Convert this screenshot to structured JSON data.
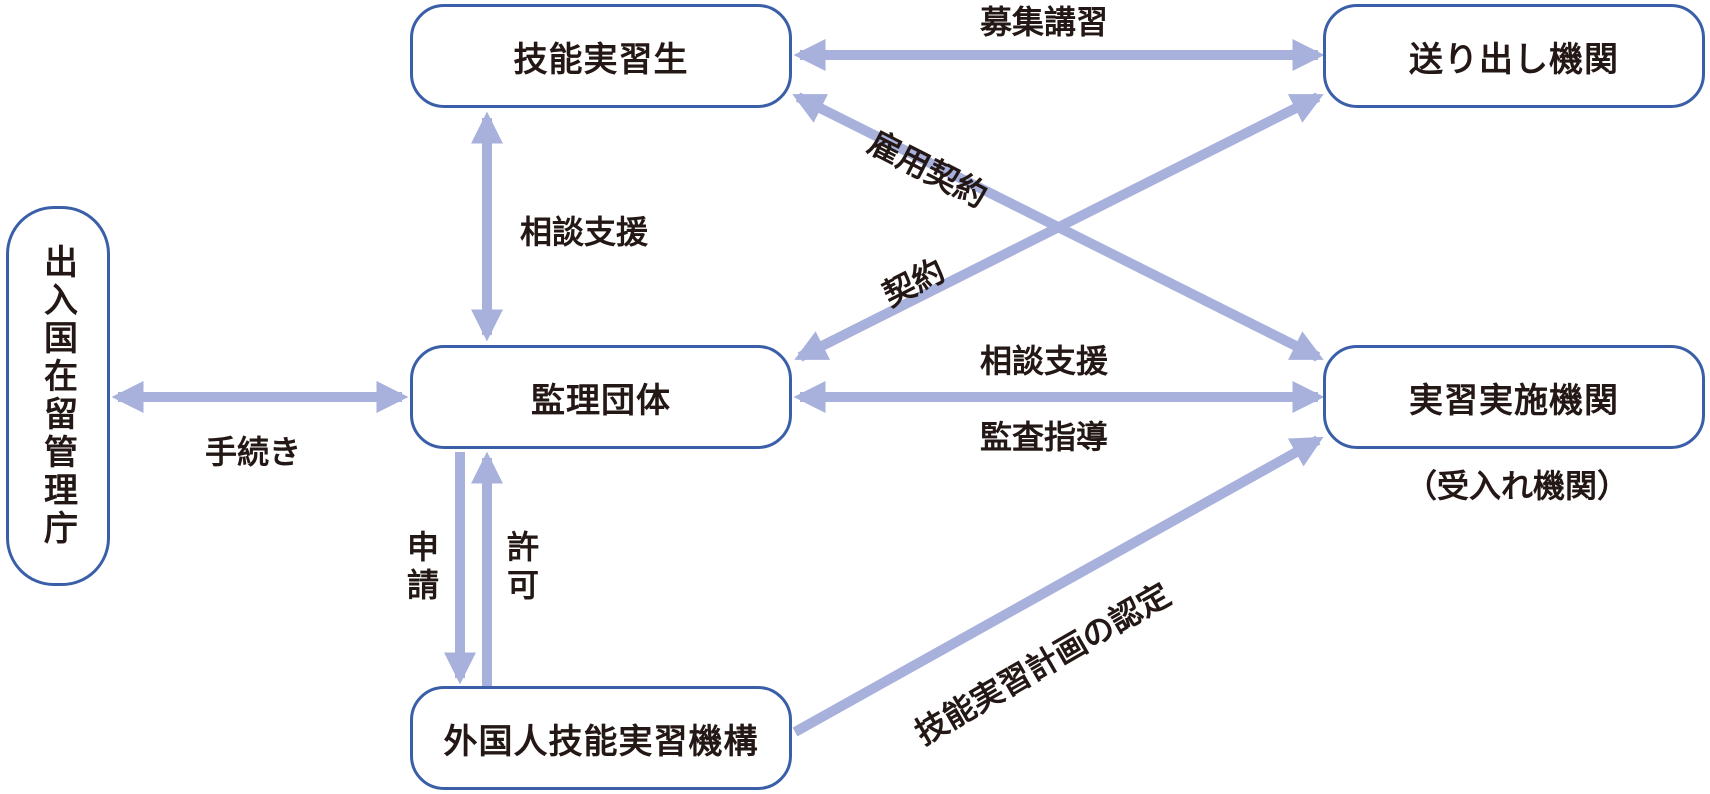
{
  "nodes": {
    "trainee": "技能実習生",
    "sending_org": "送り出し機関",
    "immigration": "出入国在留管理庁",
    "supervising_org": "監理団体",
    "implementing_org": "実習実施機関",
    "implementing_org_note": "（受入れ機関）",
    "otit": "外国人技能実習機構"
  },
  "edges": {
    "recruitment": "募集講習",
    "employment_contract": "雇用契約",
    "consult_support_trainee": "相談支援",
    "contract": "契約",
    "consult_support_impl": "相談支援",
    "audit_guidance": "監査指導",
    "procedures": "手続き",
    "application": "申請",
    "permission": "許可",
    "plan_certification": "技能実習計画の認定"
  },
  "colors": {
    "node_border": "#3a5fa8",
    "arrow": "#a7b1dc",
    "text": "#231815"
  }
}
